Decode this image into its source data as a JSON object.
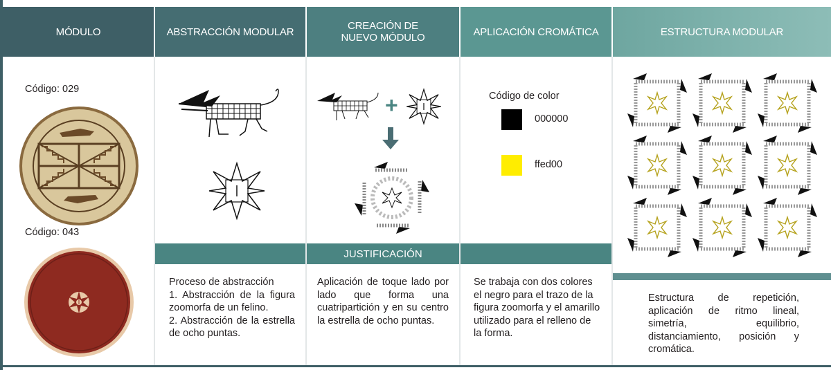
{
  "headers": {
    "modulo": "MÓDULO",
    "abstraccion": "ABSTRACCIÓN MODULAR",
    "creacion_line1": "CREACIÓN DE",
    "creacion_line2": "NUEVO MÓDULO",
    "aplicacion": "APLICACIÓN CROMÁTICA",
    "estructura": "ESTRUCTURA MODULAR"
  },
  "modulo_column": {
    "code_1": "Código: 029",
    "code_2": "Código: 043"
  },
  "aplicacion_column": {
    "title": "Código de color",
    "swatches": [
      {
        "label": "000000",
        "color": "#000000"
      },
      {
        "label": "ffed00",
        "color": "#ffed00"
      }
    ]
  },
  "creacion_column": {
    "plus_sign": "+"
  },
  "justificacion_band": "JUSTIFICACIÓN",
  "descriptions": {
    "abstraccion": [
      "Proceso de abstracción",
      "1. Abstracción de la figura zoomorfa de un felino.",
      "2. Abstracción de la estrella de ocho puntas."
    ],
    "creacion": "Aplicación de toque lado por lado que forma una cuatripartición y en su centro la estrella de ocho puntas.",
    "aplicacion": "Se trabaja con dos colores el negro para el trazo de la figura zoomorfa y el amarillo utilizado para el relleno de la forma.",
    "estructura": "Estructura de repetición, aplicación de ritmo lineal, simetría, equilibrio, distanciamiento, posición y cromática."
  },
  "colors": {
    "header_dark": "#3e5f66",
    "header_mid": "#4f8c8a",
    "header_light": "#7fb3ad",
    "band": "#4a8582",
    "pottery_1": "#d8c397",
    "pottery_2": "#8e2a20"
  }
}
